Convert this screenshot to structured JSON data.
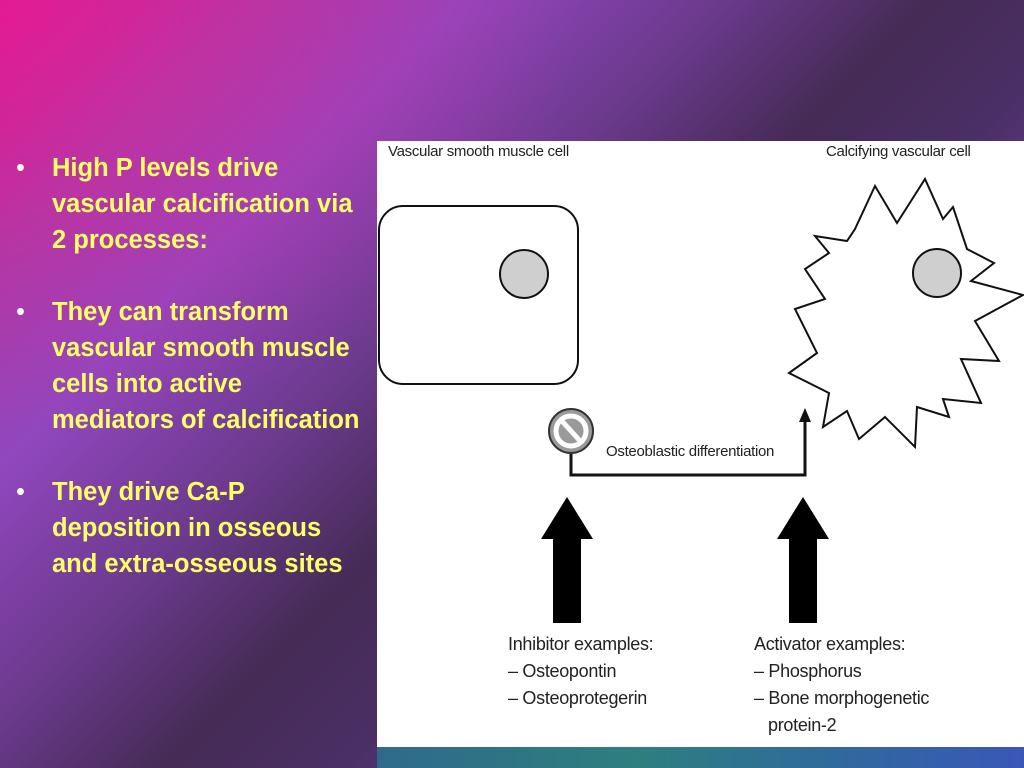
{
  "slide": {
    "bullets": [
      "High P levels drive vascular calcification via 2 processes:",
      "They can transform vascular smooth muscle cells into active mediators of calcification",
      "They drive Ca-P deposition in osseous and extra-osseous sites"
    ],
    "bullet_glyph": "•"
  },
  "diagram": {
    "left_cell_label": "Vascular smooth muscle cell",
    "right_cell_label": "Calcifying vascular cell",
    "process_label": "Osteoblastic differentiation",
    "inhibitor": {
      "title": "Inhibitor examples:",
      "items": [
        "– Osteopontin",
        "– Osteoprotegerin"
      ]
    },
    "activator": {
      "title": "Activator examples:",
      "items": [
        "– Phosphorus",
        "– Bone morphogenetic",
        "protein-2"
      ]
    },
    "icons": [
      "prohibition-icon",
      "up-arrow-icon"
    ]
  }
}
